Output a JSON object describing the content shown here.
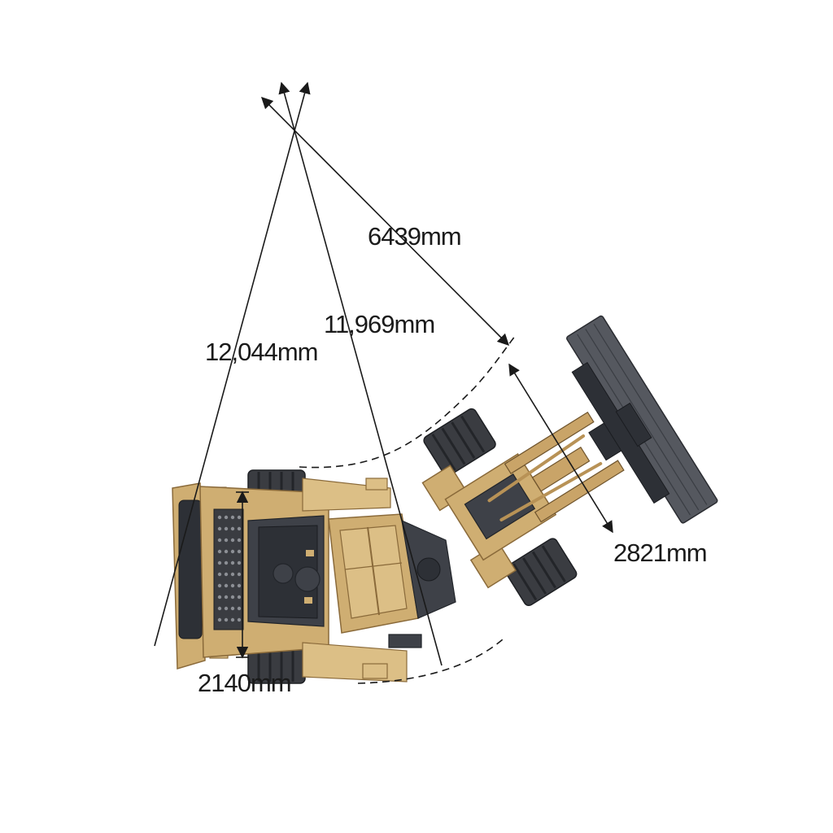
{
  "dimensions": {
    "turning_radius_outer": "12,044mm",
    "turning_radius_inner": "11,969mm",
    "bucket_corner_radius": "6439mm",
    "bucket_width": "2821mm",
    "machine_width": "2140mm"
  },
  "colors": {
    "machine_body": "#cfae72",
    "bucket": "#55585f",
    "tires": "#3a3c41",
    "lines": "#1a1a1a"
  }
}
